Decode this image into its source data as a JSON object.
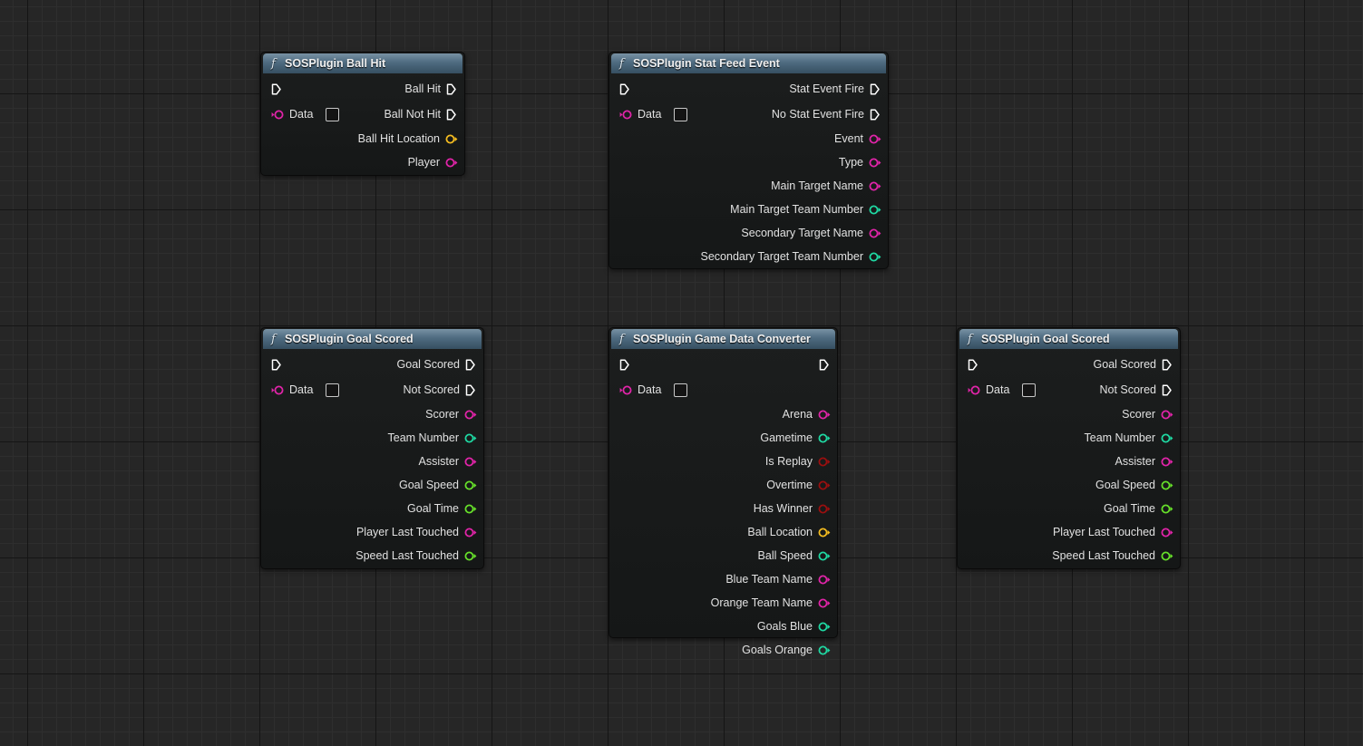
{
  "colors": {
    "exec": "#ffffff",
    "struct": "#e024a8",
    "integer": "#1fd8a2",
    "float": "#66df2a",
    "vector": "#f4bc20",
    "boolean": "#9a0f0f"
  },
  "nodes": [
    {
      "id": "ball-hit",
      "title": "SOSPlugin Ball Hit",
      "exec_in": true,
      "data_in_label": "Data",
      "outputs": [
        {
          "label": "Ball Hit",
          "type": "exec"
        },
        {
          "label": "Ball Not Hit",
          "type": "exec"
        },
        {
          "label": "Ball Hit Location",
          "type": "vector"
        },
        {
          "label": "Player",
          "type": "struct"
        }
      ]
    },
    {
      "id": "stat-feed-event",
      "title": "SOSPlugin Stat Feed Event",
      "exec_in": true,
      "data_in_label": "Data",
      "outputs": [
        {
          "label": "Stat Event Fire",
          "type": "exec"
        },
        {
          "label": "No Stat Event Fire",
          "type": "exec"
        },
        {
          "label": "Event",
          "type": "struct"
        },
        {
          "label": "Type",
          "type": "struct"
        },
        {
          "label": "Main Target Name",
          "type": "struct"
        },
        {
          "label": "Main Target Team Number",
          "type": "integer"
        },
        {
          "label": "Secondary Target Name",
          "type": "struct"
        },
        {
          "label": "Secondary Target Team Number",
          "type": "integer"
        }
      ]
    },
    {
      "id": "goal-scored-1",
      "title": "SOSPlugin Goal Scored",
      "exec_in": true,
      "data_in_label": "Data",
      "outputs": [
        {
          "label": "Goal Scored",
          "type": "exec"
        },
        {
          "label": "Not Scored",
          "type": "exec"
        },
        {
          "label": "Scorer",
          "type": "struct"
        },
        {
          "label": "Team Number",
          "type": "integer"
        },
        {
          "label": "Assister",
          "type": "struct"
        },
        {
          "label": "Goal Speed",
          "type": "float"
        },
        {
          "label": "Goal Time",
          "type": "float"
        },
        {
          "label": "Player Last Touched",
          "type": "struct"
        },
        {
          "label": "Speed Last Touched",
          "type": "float"
        }
      ]
    },
    {
      "id": "game-data-converter",
      "title": "SOSPlugin Game Data Converter",
      "exec_in": true,
      "data_in_label": "Data",
      "outputs": [
        {
          "label": "",
          "type": "exec"
        },
        {
          "label": "Arena",
          "type": "struct"
        },
        {
          "label": "Gametime",
          "type": "integer"
        },
        {
          "label": "Is Replay",
          "type": "boolean"
        },
        {
          "label": "Overtime",
          "type": "boolean"
        },
        {
          "label": "Has Winner",
          "type": "boolean"
        },
        {
          "label": "Ball Location",
          "type": "vector"
        },
        {
          "label": "Ball Speed",
          "type": "integer"
        },
        {
          "label": "Blue Team Name",
          "type": "struct"
        },
        {
          "label": "Orange Team Name",
          "type": "struct"
        },
        {
          "label": "Goals Blue",
          "type": "integer"
        },
        {
          "label": "Goals Orange",
          "type": "integer"
        }
      ]
    },
    {
      "id": "goal-scored-2",
      "title": "SOSPlugin Goal Scored",
      "exec_in": true,
      "data_in_label": "Data",
      "outputs": [
        {
          "label": "Goal Scored",
          "type": "exec"
        },
        {
          "label": "Not Scored",
          "type": "exec"
        },
        {
          "label": "Scorer",
          "type": "struct"
        },
        {
          "label": "Team Number",
          "type": "integer"
        },
        {
          "label": "Assister",
          "type": "struct"
        },
        {
          "label": "Goal Speed",
          "type": "float"
        },
        {
          "label": "Goal Time",
          "type": "float"
        },
        {
          "label": "Player Last Touched",
          "type": "struct"
        },
        {
          "label": "Speed Last Touched",
          "type": "float"
        }
      ]
    }
  ]
}
